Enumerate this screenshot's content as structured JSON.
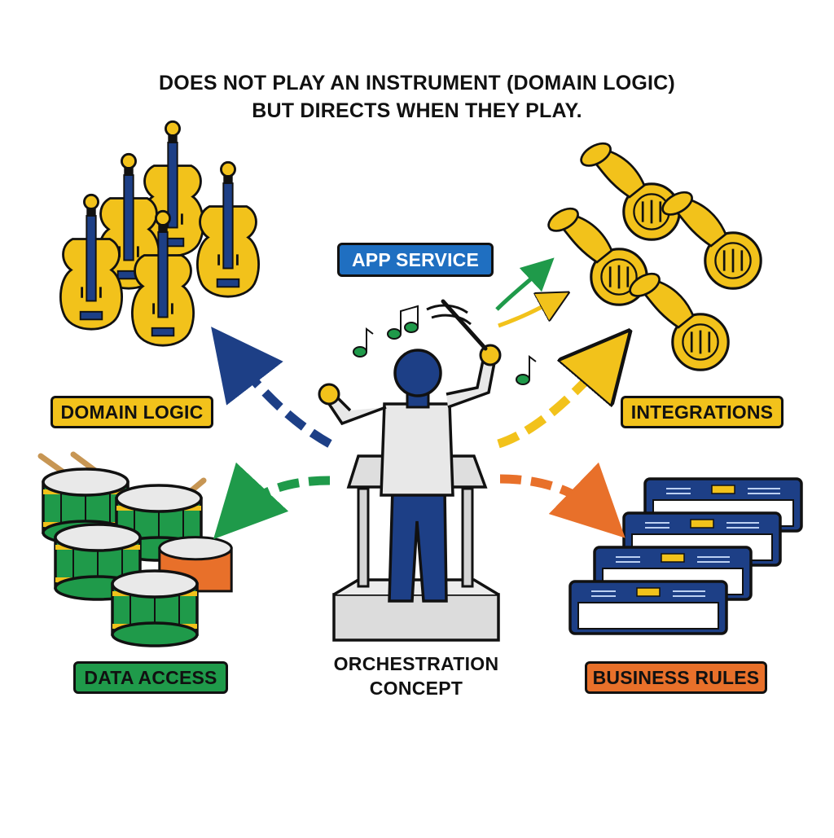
{
  "headline": {
    "line1": "DOES NOT PLAY AN INSTRUMENT (DOMAIN LOGIC)",
    "line2": "BUT DIRECTS WHEN THEY PLAY."
  },
  "center": {
    "tag": "APP SERVICE",
    "caption_line1": "ORCHESTRATION",
    "caption_line2": "CONCEPT"
  },
  "sections": {
    "domain_logic": {
      "label": "DOMAIN LOGIC",
      "instrument": "violin-icon",
      "color": "#f2c21b"
    },
    "integrations": {
      "label": "INTEGRATIONS",
      "instrument": "french-horn-icon",
      "color": "#f2c21b"
    },
    "data_access": {
      "label": "DATA ACCESS",
      "instrument": "drum-icon",
      "color": "#1f9a4a"
    },
    "business_rules": {
      "label": "BUSINESS RULES",
      "instrument": "keyboard-icon",
      "color": "#e8702a"
    }
  },
  "colors": {
    "navy": "#1d3f86",
    "blue_tag": "#1f6fc1",
    "yellow": "#f2c21b",
    "green": "#1f9a4a",
    "orange": "#e8702a",
    "outline": "#111111"
  }
}
